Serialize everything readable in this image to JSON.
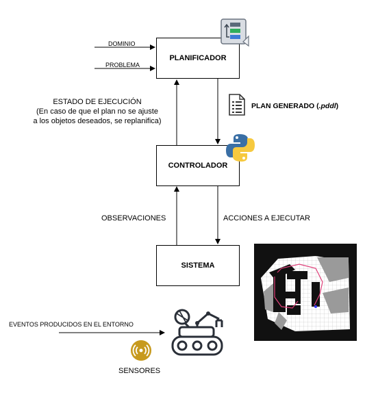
{
  "boxes": {
    "planificador": "PLANIFICADOR",
    "controlador": "CONTROLADOR",
    "sistema": "SISTEMA"
  },
  "inputs": {
    "dominio": "DOMINIO",
    "problema": "PROBLEMA"
  },
  "labels": {
    "estado_line1": "ESTADO DE EJECUCIÓN",
    "estado_line2": "(En caso de que el plan no se ajuste",
    "estado_line3": "a los objetos deseados, se replanifica)",
    "plan_generado_prefix": "PLAN GENERADO (",
    "plan_generado_ext": ".pddl",
    "plan_generado_suffix": ")",
    "observaciones": "OBSERVACIONES",
    "acciones": "ACCIONES A EJECUTAR",
    "eventos": "EVENTOS PRODUCIDOS EN EL ENTORNO",
    "sensores": "SENSORES"
  },
  "icons": {
    "planner": "planner-flowchart-icon",
    "document": "document-icon",
    "python": "python-logo-icon",
    "robot": "rover-robot-icon",
    "sensor": "sensor-icon",
    "map": "occupancy-grid-map"
  },
  "colors": {
    "line": "#000000",
    "python_blue": "#3a6fa5",
    "python_yellow": "#f6c93f",
    "sensor_gold": "#c79a1e",
    "map_wall": "#111111",
    "map_free": "#ffffff",
    "map_unknown": "#9a9a9a",
    "map_path": "#e0407a"
  }
}
